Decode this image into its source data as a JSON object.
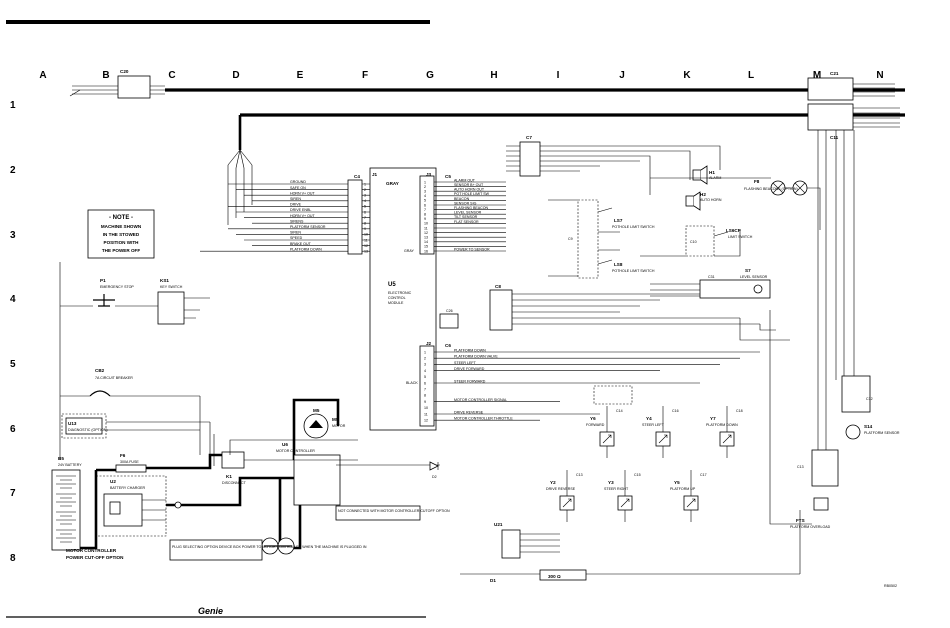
{
  "columns": [
    "A",
    "B",
    "C",
    "D",
    "E",
    "F",
    "G",
    "H",
    "I",
    "J",
    "K",
    "L",
    "M",
    "N"
  ],
  "rows": [
    "1",
    "2",
    "3",
    "4",
    "5",
    "6",
    "7",
    "8"
  ],
  "note": {
    "title": "- NOTE -",
    "lines": [
      "MACHINE SHOWN",
      "IN THE STOWED",
      "POSITION WITH",
      "THE POWER OFF"
    ]
  },
  "components": {
    "u5": {
      "id": "U5",
      "lines": [
        "ELECTRONIC",
        "CONTROL",
        "MODULE"
      ]
    },
    "j1": "J1",
    "j1_color": "GRAY",
    "j3": "J3",
    "j3_color": "GRAY",
    "j2": "J2",
    "j2_color": "BLACK",
    "c4": "C4",
    "c5": "C5",
    "c6": "C6",
    "c7": "C7",
    "c8": "C8",
    "c9": "C9",
    "c10": "C10",
    "c11": "C11",
    "c26": "C26",
    "c31": "C31",
    "c20": "C20",
    "c21": "C21",
    "c12": "C12",
    "c14": "C14",
    "c16": "C16",
    "c17": "C17",
    "c18": "C18",
    "c13": "C13",
    "c15": "C15",
    "p1": {
      "id": "P1",
      "text": "EMERGENCY STOP"
    },
    "ks1": {
      "id": "KS1",
      "text": "KEY SWITCH"
    },
    "cb2": {
      "id": "CB2",
      "text": "7A CIRCUIT BREAKER"
    },
    "u13": {
      "id": "U13",
      "text": "DIAGNOSTIC (OPTION)"
    },
    "b5": {
      "id": "B5",
      "text": "24V BATTERY"
    },
    "f6": {
      "id": "F6",
      "text": "300A FUSE"
    },
    "u2": {
      "id": "U2",
      "text": "BATTERY CHARGER"
    },
    "m5": {
      "id": "M5",
      "text": "MOTOR"
    },
    "u6": {
      "id": "U6",
      "text": "MOTOR CONTROLLER"
    },
    "k1": {
      "id": "K1",
      "text": "DISCONNECT"
    },
    "h1": {
      "id": "H1",
      "text": "ALARM"
    },
    "h2": {
      "id": "H2",
      "text": "AUTO HORN"
    },
    "f8": {
      "id": "F8",
      "text": "FLASHING BEACONS (OPTION)"
    },
    "ls7": {
      "id": "LS7",
      "text": "POTHOLE LIMIT SWITCH"
    },
    "ls8": {
      "id": "LS8",
      "text": "POTHOLE LIMIT SWITCH"
    },
    "ls6": {
      "id": "LS6CP",
      "text": "LIMIT SWITCH"
    },
    "s7": {
      "id": "S7",
      "text": "LEVEL SENSOR"
    },
    "y6": {
      "id": "Y6",
      "text": "FORWARD"
    },
    "y4": {
      "id": "Y4",
      "text": "STEER LEFT"
    },
    "y7": {
      "id": "Y7",
      "text": "PLATFORM DOWN"
    },
    "y2": {
      "id": "Y2",
      "text": "DRIVE REVERSE"
    },
    "y3": {
      "id": "Y3",
      "text": "STEER RIGHT"
    },
    "y5": {
      "id": "Y5",
      "text": "PLATFORM UP"
    },
    "u21": {
      "id": "U21"
    },
    "s14": {
      "id": "S14",
      "text": "PLATFORM SENSOR"
    },
    "fts": {
      "id": "FTS",
      "text": "PLATFORM OVERLOAD"
    },
    "d1": {
      "id": "D1"
    },
    "d2": {
      "id": "D2"
    },
    "r1": {
      "id": "300 Ω"
    }
  },
  "footer": {
    "brand": "Genie",
    "motor_note_lines": [
      "MOTOR CONTROLLER",
      "POWER CUT-OFF OPTION"
    ],
    "cutoff_note": "PLUG SELECTING OPTION DEVICE BOX POWER TO MOTOR CONTROLLER WHEN THE MACHINE IS PLUGGED IN",
    "controller_note": "NOT CONNECTED WITH MOTOR CONTROLLER CUTOFF OPTION",
    "part_no": "RB0502"
  },
  "j1_pins": [
    "GROUND",
    "SAFE ON",
    "HORN V+ OUT",
    "SIREN",
    "DRIVE",
    "DRIVE ENBL",
    "HORN V+ OUT",
    "SIRENS",
    "PLATFORM SENSOR",
    "SIREN",
    "SPEED",
    "BRAKE OUT",
    "PLATFORM DOWN"
  ],
  "j3_pins": [
    "ALARM OUT",
    "SENSOR B+ OUT",
    "AUTO HORN OUT",
    "POT HOLE LIMIT SW",
    "BEACON",
    "SENSOR SIG",
    "FLASHING BEACON",
    "LEVEL SENSOR",
    "TILT SENSOR",
    "FLAT SENSOR",
    "",
    "",
    "",
    "",
    "",
    "POWER TO SENSOR"
  ],
  "j2_pins": [
    "PLATFORM DOWN",
    "PLATFORM DOWN VALVE",
    "STEER LEFT",
    "DRIVE FORWARD",
    "",
    "STEER FORWARD",
    "",
    "",
    "MOTOR CONTROLLER SIGNAL",
    "",
    "DRIVE REVERSE",
    "MOTOR CONTROLLER THROTTLE"
  ]
}
